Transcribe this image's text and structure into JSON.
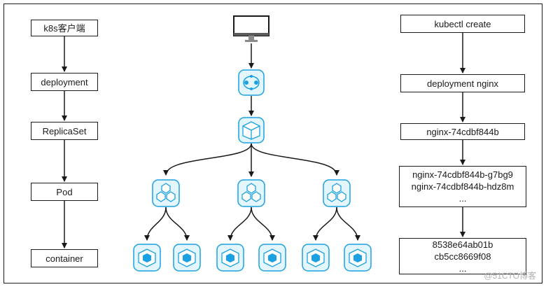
{
  "left_chain": {
    "client": "k8s客户端",
    "deployment": "deployment",
    "replicaset": "ReplicaSet",
    "pod": "Pod",
    "container": "container"
  },
  "right_chain": {
    "command": "kubectl create",
    "deployment": "deployment nginx",
    "replicaset": "nginx-74cdbf844b",
    "pods": [
      "nginx-74cdbf844b-g7bg9",
      "nginx-74cdbf844b-hdz8m",
      "..."
    ],
    "containers": [
      "8538e64ab01b",
      "cb5cc8669f08",
      "..."
    ]
  },
  "center_icons": {
    "top": "monitor-icon",
    "deployment": "deployment-icon",
    "replicaset": "replicaset-icon",
    "pod": "pod-icon",
    "container": "container-icon"
  },
  "colors": {
    "icon_fill": "#e3f5fd",
    "icon_stroke": "#1ba1e2",
    "line": "#1a1a1a"
  },
  "watermark": "@51CTO博客"
}
